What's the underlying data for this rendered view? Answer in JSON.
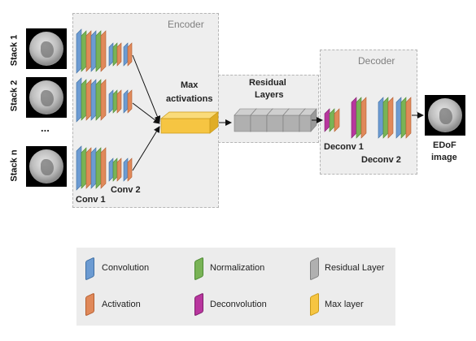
{
  "diagram": {
    "encoder": {
      "title": "Encoder"
    },
    "decoder": {
      "title": "Decoder"
    },
    "inputs": [
      {
        "label": "Stack 1"
      },
      {
        "label": "Stack 2"
      },
      {
        "label": "..."
      },
      {
        "label": "Stack n"
      }
    ],
    "labels": {
      "conv1": "Conv 1",
      "conv2": "Conv 2",
      "max_activations_line1": "Max",
      "max_activations_line2": "activations",
      "residual_line1": "Residual",
      "residual_line2": "Layers",
      "deconv1": "Deconv 1",
      "deconv2": "Deconv 2",
      "output_line1": "EDoF",
      "output_line2": "image"
    },
    "colors": {
      "convolution": "#6c9bd2",
      "normalization": "#79b356",
      "activation": "#e0895a",
      "deconvolution": "#b8369e",
      "residual": "#b0b0b0",
      "max": "#f6c542"
    }
  },
  "legend": {
    "items": [
      {
        "label": "Convolution",
        "icon": "blue-layer-icon"
      },
      {
        "label": "Normalization",
        "icon": "green-layer-icon"
      },
      {
        "label": "Residual Layer",
        "icon": "gray-layer-icon"
      },
      {
        "label": "Activation",
        "icon": "orange-layer-icon"
      },
      {
        "label": "Deconvolution",
        "icon": "magenta-layer-icon"
      },
      {
        "label": "Max layer",
        "icon": "yellow-layer-icon"
      }
    ]
  }
}
